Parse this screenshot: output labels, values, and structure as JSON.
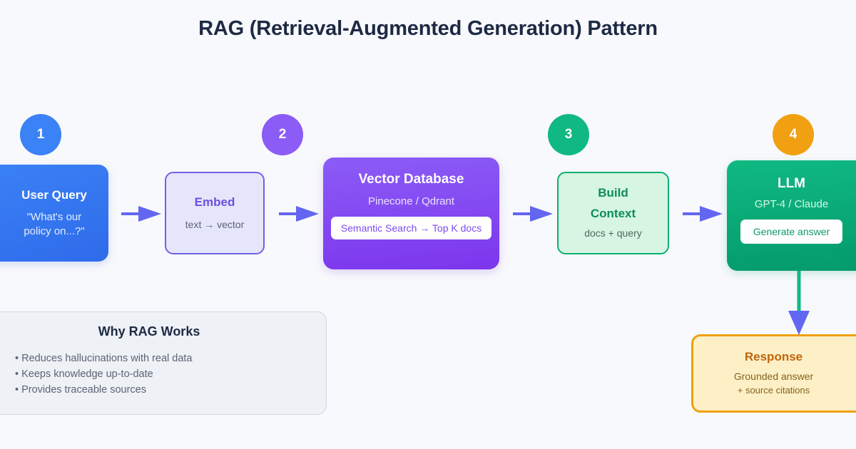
{
  "page": {
    "title": "RAG (Retrieval-Augmented Generation) Pattern",
    "background_color": "#f8f9fc"
  },
  "steps": [
    {
      "number": "1",
      "color": "#3b82f6"
    },
    {
      "number": "2",
      "color": "#8b5cf6"
    },
    {
      "number": "3",
      "color": "#10b981"
    },
    {
      "number": "4",
      "color": "#f0a011"
    }
  ],
  "nodes": {
    "user_query": {
      "title": "User Query",
      "sub_line1": "\"What's our",
      "sub_line2": "policy on...?\"",
      "color": "#3b82f6"
    },
    "embed": {
      "title": "Embed",
      "sub": "text → vector",
      "color": "#6b4fe0"
    },
    "vector_db": {
      "title": "Vector Database",
      "sub": "Pinecone / Qdrant",
      "chip": "Semantic Search → Top K docs",
      "color": "#8b5cf6"
    },
    "build_context": {
      "title_line1": "Build",
      "title_line2": "Context",
      "sub": "docs + query",
      "color": "#0e8c5a"
    },
    "llm": {
      "title": "LLM",
      "sub": "GPT-4 / Claude",
      "chip": "Generate answer",
      "color": "#10b981"
    },
    "response": {
      "title": "Response",
      "sub_line1": "Grounded answer",
      "sub_line2": "+ source citations",
      "color": "#f0a011"
    }
  },
  "why_rag_panel": {
    "title": "Why RAG Works",
    "bullets": [
      "• Reduces hallucinations with real data",
      "• Keeps knowledge up-to-date",
      "• Provides traceable sources"
    ]
  },
  "connectors": {
    "horizontal_color": "#6366f1",
    "vertical_line_color": "#10b981",
    "vertical_head_color": "#6366f1"
  }
}
